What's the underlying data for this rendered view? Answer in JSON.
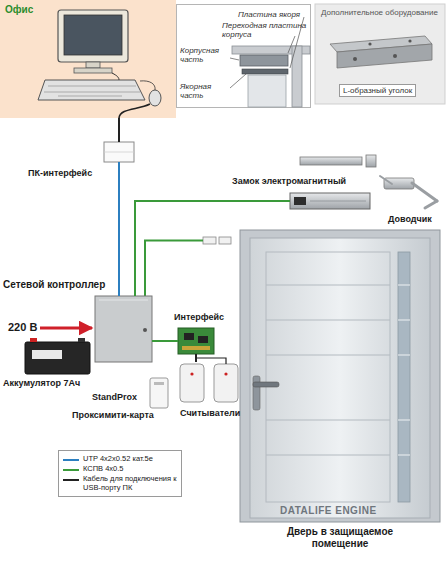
{
  "diagram": {
    "nodes": [
      {
        "text": [
          "Офис"
        ]
      },
      {
        "text": [
          "Пластина якоря",
          "Переходная пластина корпуса",
          "Корпусная часть",
          "Якорная часть"
        ]
      },
      {
        "text": [
          "Дополнительное оборудование",
          "L-образный уголок"
        ]
      },
      {
        "text": [
          "ПК-интерфейс"
        ]
      },
      {
        "text": [
          "Замок электромагнитный"
        ]
      },
      {
        "text": [
          "Доводчик"
        ]
      },
      {
        "text": [
          "Сетевой контроллер"
        ]
      },
      {
        "text": [
          "Интерфейс"
        ]
      },
      {
        "text": [
          "Аккумулятор 7Ач"
        ]
      },
      {
        "text": [
          "StandProx",
          "Проксимити-карта"
        ]
      },
      {
        "text": [
          "Считыватели"
        ]
      },
      {
        "text": [
          "Дверь в защищаемое помещение"
        ]
      }
    ],
    "edges": [
      {
        "from": 0,
        "to": 3,
        "arrow": "none"
      },
      {
        "from": 3,
        "to": 6,
        "arrow": "none"
      },
      {
        "from": 6,
        "to": 4,
        "arrow": "none"
      },
      {
        "from": 6,
        "to": 7,
        "arrow": "none"
      },
      {
        "from": 7,
        "to": 10,
        "arrow": "none"
      }
    ],
    "labels": [
      "220 В",
      "DATALIFE ENGINE"
    ],
    "legend": [
      {
        "text": "UTP 4x2x0.52 кат.5е"
      },
      {
        "text": "КСПВ 4х0.5"
      },
      {
        "text": "Кабель для подключения к USB-порту ПК"
      }
    ]
  }
}
